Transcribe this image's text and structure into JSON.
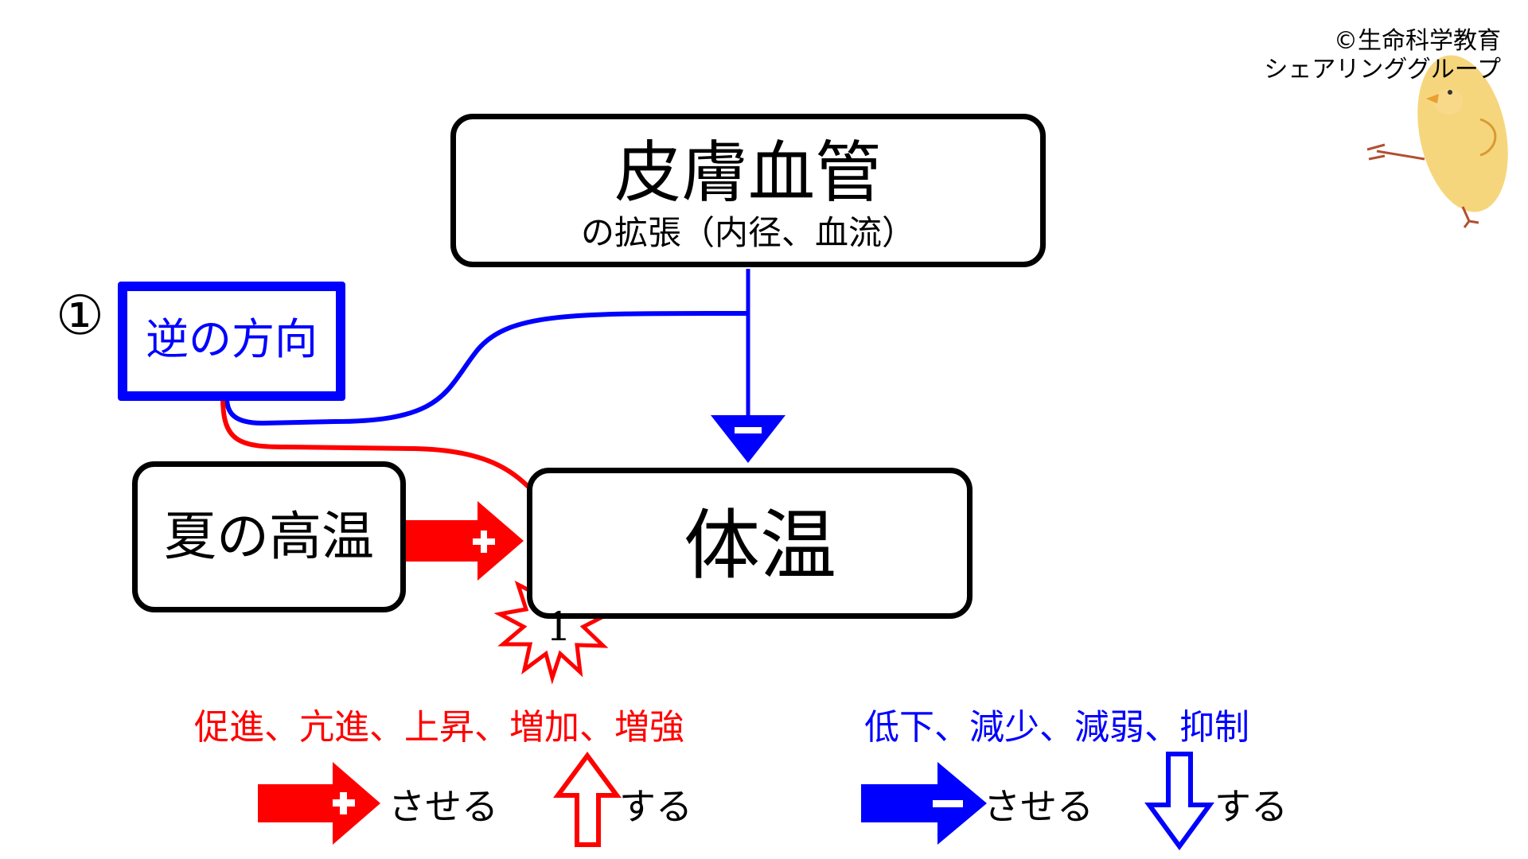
{
  "credit": {
    "line1": "©生命科学教育",
    "line2": "シェアリンググループ"
  },
  "mascot_icon": "chick-icon",
  "colors": {
    "red": "#ff0000",
    "blue": "#0000ff",
    "black": "#000000"
  },
  "nodes": {
    "skin_vessels": {
      "title": "皮膚血管",
      "subtitle": "の拡張（内径、血流）"
    },
    "reverse": {
      "number": "①",
      "label": "逆の方向"
    },
    "summer_heat": {
      "label": "夏の高温"
    },
    "body_temp": {
      "label": "体温"
    }
  },
  "edges": {
    "heat_to_temp_sign": "+",
    "vessels_to_temp_sign": "−"
  },
  "stimulus_marker": {
    "number": "1",
    "icon": "starburst-icon"
  },
  "legend": {
    "increase_words": "促進、亢進、上昇、増加、増強",
    "decrease_words": "低下、減少、減弱、抑制",
    "cause_label": "させる",
    "do_label": "する",
    "plus_sign": "+",
    "minus_sign": "−"
  }
}
